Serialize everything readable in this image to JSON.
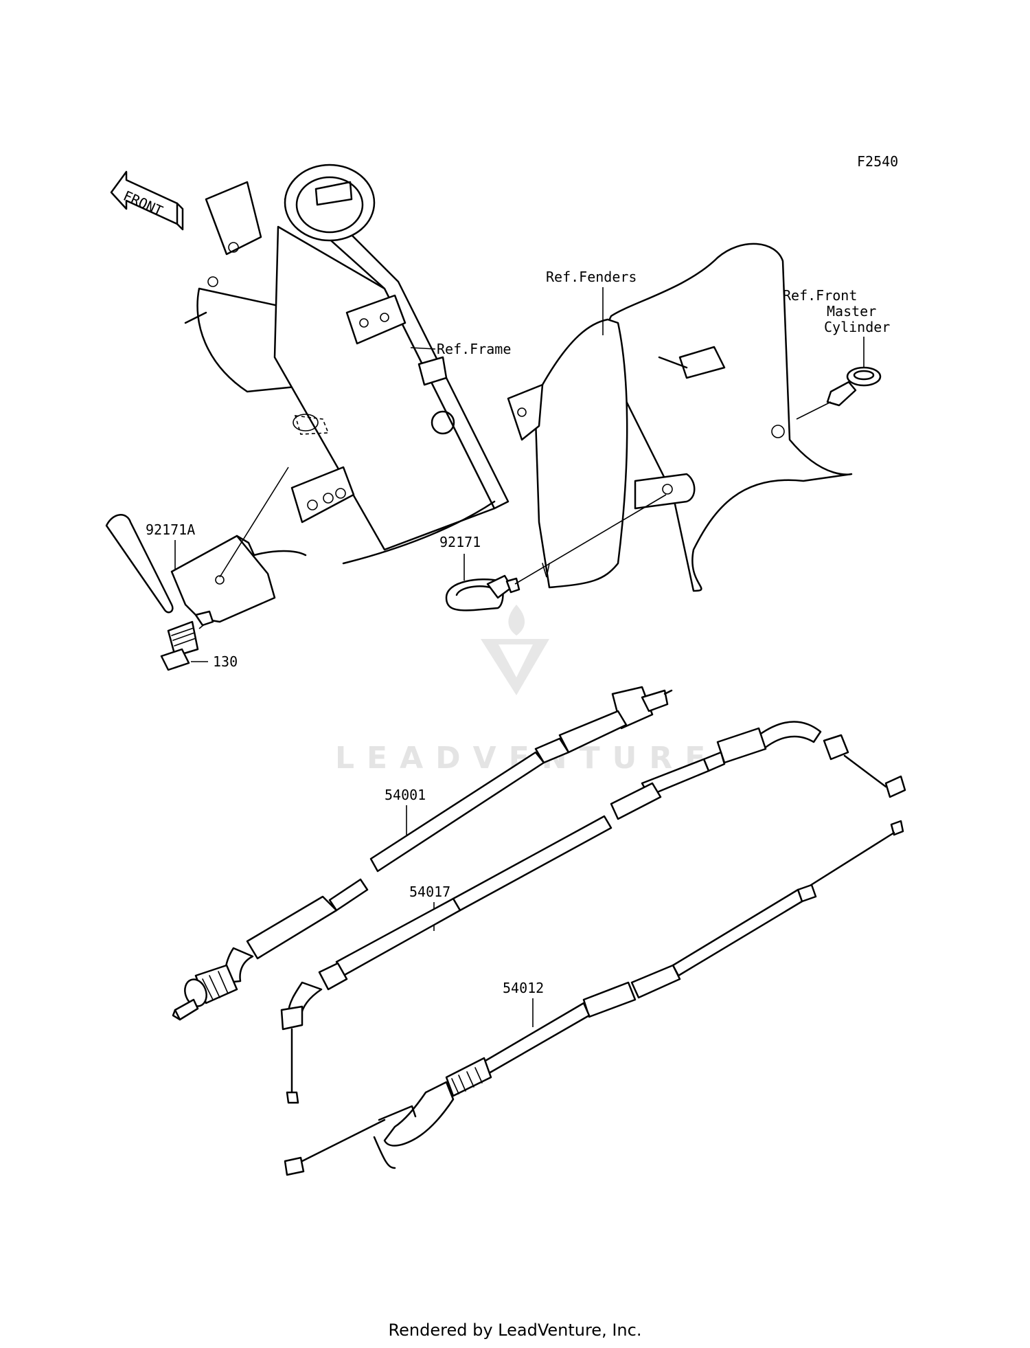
{
  "diagram_code": "F2540",
  "front_arrow_label": "FRONT",
  "ref_labels": {
    "frame": "Ref.Frame",
    "fenders": "Ref.Fenders",
    "front_master_cylinder": [
      "Ref.Front",
      "Master",
      "Cylinder"
    ]
  },
  "parts": [
    {
      "id": "92171A"
    },
    {
      "id": "130"
    },
    {
      "id": "92171"
    },
    {
      "id": "54001"
    },
    {
      "id": "54017"
    },
    {
      "id": "54012"
    }
  ],
  "watermark": "LEADVENTURE",
  "footer": "Rendered by LeadVenture, Inc."
}
